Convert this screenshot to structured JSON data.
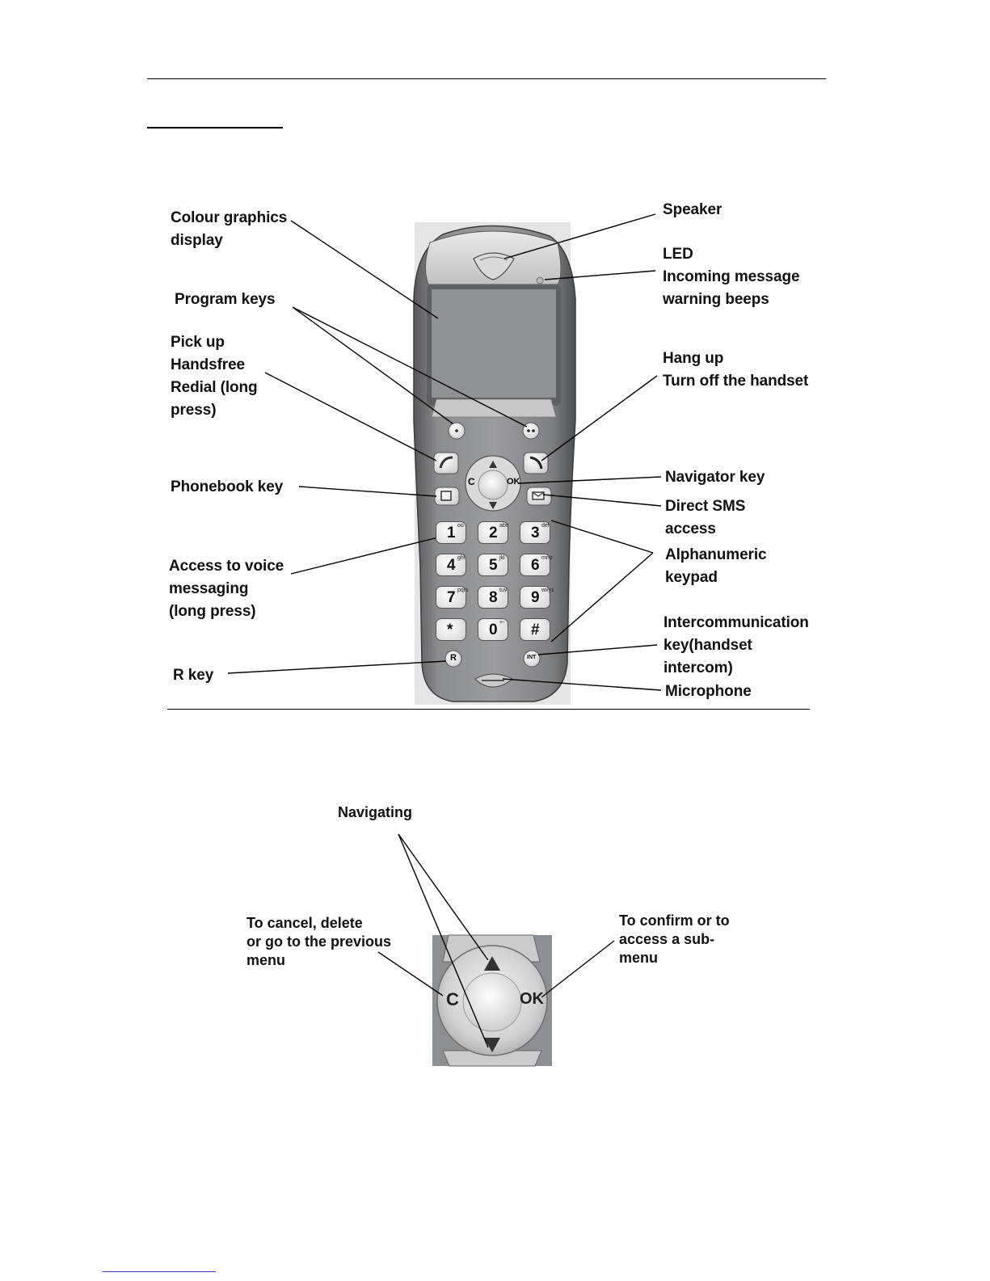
{
  "handset_labels": {
    "colour_display": "Colour graphics\ndisplay",
    "program_keys": "Program keys",
    "pick_up": "Pick up\nHandsfree\nRedial (long\npress)",
    "phonebook_key": "Phonebook key",
    "voice_messaging": "Access to voice\nmessaging\n(long press)",
    "r_key": "R key",
    "speaker": "Speaker",
    "led": "LED\nIncoming message\nwarning beeps",
    "hang_up": "Hang up\nTurn off the handset",
    "navigator_key": "Navigator key",
    "direct_sms": "Direct SMS\naccess",
    "alphanumeric": "Alphanumeric\nkeypad",
    "intercom": "Intercommunication\nkey(handset\nintercom)",
    "microphone": "Microphone"
  },
  "handset_keys": {
    "nav_c": "C",
    "nav_ok": "OK",
    "r": "R",
    "int": "INT",
    "digits": [
      {
        "digit": "1",
        "letters": "oo"
      },
      {
        "digit": "2",
        "letters": "abc"
      },
      {
        "digit": "3",
        "letters": "def"
      },
      {
        "digit": "4",
        "letters": "ghi"
      },
      {
        "digit": "5",
        "letters": "jkl"
      },
      {
        "digit": "6",
        "letters": "mno"
      },
      {
        "digit": "7",
        "letters": "pqrs"
      },
      {
        "digit": "8",
        "letters": "tuv"
      },
      {
        "digit": "9",
        "letters": "wxyz"
      },
      {
        "digit": "*",
        "letters": ""
      },
      {
        "digit": "0",
        "letters": "+-"
      },
      {
        "digit": "#",
        "letters": ""
      }
    ]
  },
  "navigator_labels": {
    "navigating": "Navigating",
    "cancel": "To cancel, delete\nor go to the previous\nmenu",
    "confirm": "To confirm or to\naccess a sub-\nmenu",
    "c": "C",
    "ok": "OK"
  },
  "colors": {
    "body_dark": "#6f7275",
    "body_mid": "#8a8d90",
    "body_light": "#d4d6d8",
    "screen": "#909396",
    "key_face": "#f2f2f2"
  }
}
